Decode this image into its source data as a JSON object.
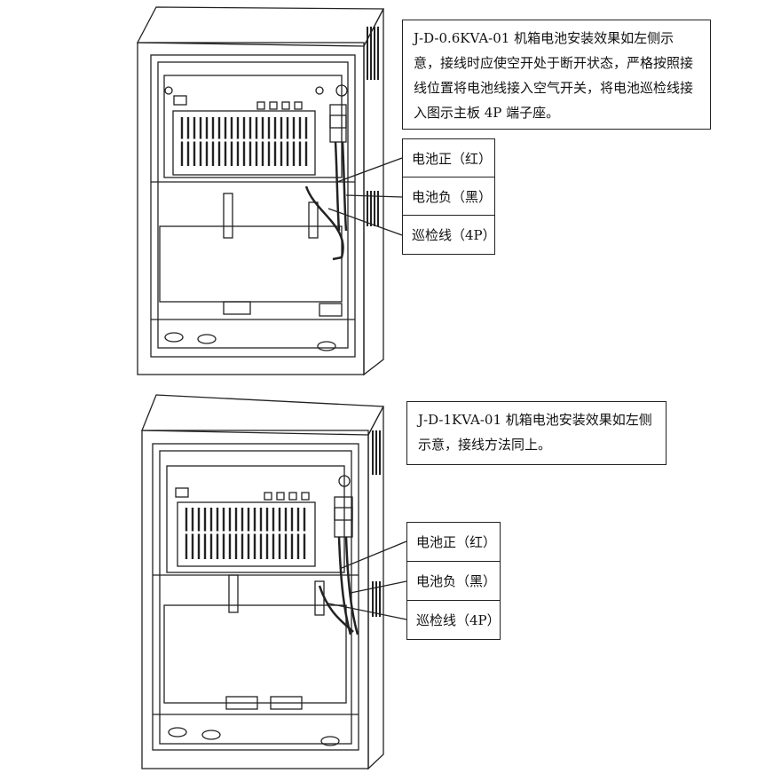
{
  "diagram1": {
    "note": "J-D-0.6KVA-01 机箱电池安装效果如左侧示意，接线时应使空开处于断开状态，严格按照接线位置将电池线接入空气开关，将电池巡检线接入图示主板 4P 端子座。",
    "labels": [
      "电池正（红）",
      "电池负（黑）",
      "巡检线（4P）"
    ]
  },
  "diagram2": {
    "note": "J-D-1KVA-01 机箱电池安装效果如左侧示意，接线方法同上。",
    "labels": [
      "电池正（红）",
      "电池负（黑）",
      "巡检线（4P）"
    ]
  }
}
